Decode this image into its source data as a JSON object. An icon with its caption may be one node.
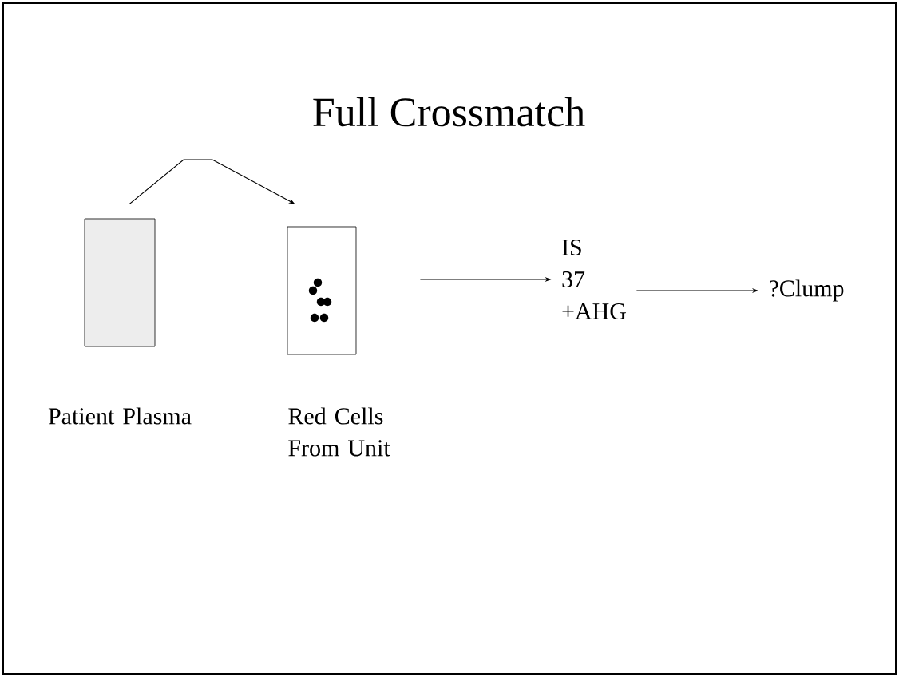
{
  "diagram": {
    "title": "Full Crossmatch",
    "nodes": [
      {
        "text": [],
        "shape": "box",
        "beside": [
          "Patient Plasma"
        ]
      },
      {
        "text": [],
        "shape": "box",
        "beside": [
          "Red Cells From Unit"
        ]
      },
      {
        "text": [
          "IS",
          "37",
          "+AHG"
        ]
      },
      {
        "text": [
          "?Clump"
        ]
      }
    ],
    "edges": [
      {
        "from": 0,
        "to": 1,
        "arrow": "to"
      },
      {
        "from": 1,
        "to": 2,
        "arrow": "to"
      },
      {
        "from": 2,
        "to": 3,
        "arrow": "to"
      }
    ]
  }
}
